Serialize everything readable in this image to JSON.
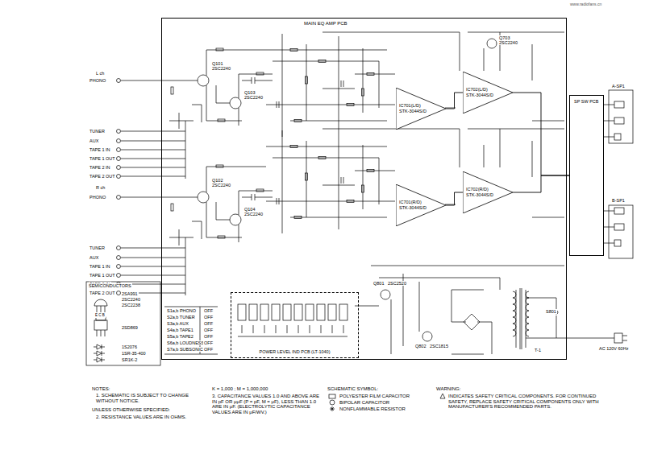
{
  "diagram": {
    "nodes": [
      {
        "text": [
          "MAIN EQ AMP PCB"
        ]
      },
      {
        "text": [
          "IC701(L/D)",
          "STK-3044S/D"
        ],
        "in": 0
      },
      {
        "text": [
          "IC702(L/D)",
          "STK-3044S/D"
        ],
        "in": 0
      },
      {
        "text": [
          "IC701(R/D)",
          "STK-3044S/D"
        ],
        "in": 0
      },
      {
        "text": [
          "IC702(R/D)",
          "STK-3044S/D"
        ],
        "in": 0
      },
      {
        "text": [
          "POWER LEVEL IND PCB (LT-1040)"
        ],
        "in": 0
      },
      {
        "text": [
          "SP SW PCB"
        ]
      }
    ],
    "edges": [
      {
        "from": 1,
        "to": 2,
        "arrow": "none"
      },
      {
        "from": 3,
        "to": 4,
        "arrow": "none"
      },
      {
        "from": 2,
        "to": 6,
        "arrow": "none"
      },
      {
        "from": 4,
        "to": 6,
        "arrow": "none"
      }
    ],
    "labels": [
      "www.radiofans.cn",
      "L ch",
      "PHONO",
      "TUNER",
      "AUX",
      "TAPE 1 IN",
      "TAPE 1 OUT",
      "TAPE 2 IN",
      "TAPE 2 OUT",
      "R ch",
      "PHONO",
      "TUNER",
      "AUX",
      "TAPE 1 IN",
      "TAPE 1 OUT",
      "TAPE 2 IN",
      "TAPE 2 OUT",
      "SEMICONDUCTORS",
      "2SA991",
      "2SC2240",
      "2SC2238",
      "2SD869",
      "1S2076",
      "1SR-35-400",
      "SR1K-2",
      "S1a,b PHONO",
      "S2a,b TUNER",
      "S3a,b AUX",
      "S4a,b TAPE1",
      "S5a,b TAPE2",
      "S6a,b LOUDNESS",
      "S7a,b SUBSONIC",
      "OFF",
      "OFF",
      "OFF",
      "OFF",
      "OFF",
      "OFF",
      "OFF",
      "Q101",
      "2SC2240",
      "Q103",
      "2SC2240",
      "Q102",
      "2SC2240",
      "Q104",
      "2SC2240",
      "Q703",
      "2SC2240",
      "Q801",
      "2SC2520",
      "Q802",
      "2SC1815",
      "T-1",
      "AC 120V 60Hz",
      "A-SP1",
      "B-SP1",
      "S801",
      "NOTES:",
      "1. SCHEMATIC IS SUBJECT TO CHANGE WITHOUT NOTICE.",
      "UNLESS OTHERWISE SPECIFIED:",
      "2. RESISTANCE VALUES ARE IN OHMS.",
      "K = 1,000 ; M = 1,000,000",
      "3. CAPACITANCE VALUES 1.0 AND ABOVE ARE IN pF OR μμF (P = pF, M = μF), LESS THAN 1.0 ARE IN μF. (ELECTROLYTIC CAPACITANCE VALUES ARE IN μF/WV.)",
      "SCHEMATIC SYMBOL:",
      "POLYESTER FILM CAPACITOR",
      "BIPOLAR CAPACITOR",
      "NONFLAMMABLE RESISTOR",
      "WARNING:",
      "INDICATES SAFETY CRITICAL COMPONENTS. FOR CONTINUED SAFETY, REPLACE SAFETY CRITICAL COMPONENTS ONLY WITH MANUFACTURER'S RECOMMENDED PARTS.",
      "E C B"
    ]
  }
}
